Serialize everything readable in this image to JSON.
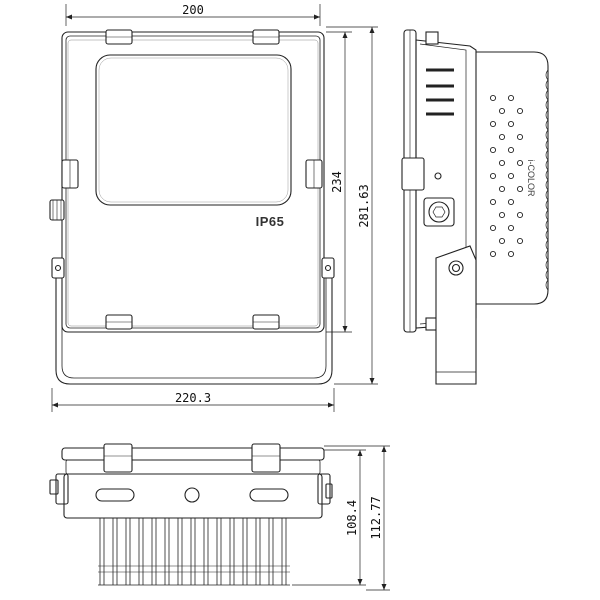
{
  "front_view": {
    "width_label": "200",
    "height_label": "234",
    "total_height_label": "281.63",
    "total_width_label": "220.3",
    "rating_label": "IP65"
  },
  "side_view": {
    "brand_label": "i-COLOR"
  },
  "bottom_view": {
    "depth_label": "108.4",
    "total_depth_label": "112.77"
  },
  "colors": {
    "line": "#222222",
    "gray": "#666666"
  }
}
